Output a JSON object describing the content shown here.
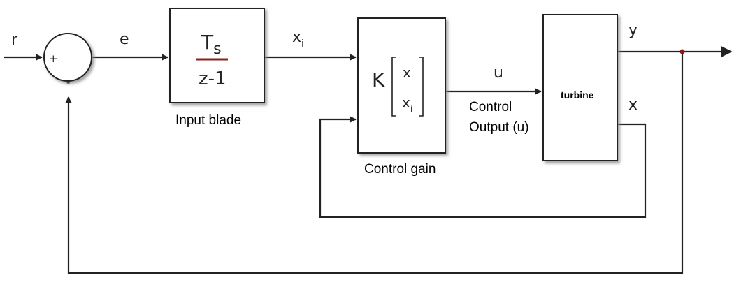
{
  "signals": {
    "r": "r",
    "e": "e",
    "xi_main": "x",
    "xi_sub": "i",
    "u": "u",
    "y": "y",
    "x": "x"
  },
  "sum_junction": {
    "plus": "+",
    "minus": "-"
  },
  "integrator": {
    "numerator_main": "T",
    "numerator_sub": "s",
    "denominator": "z-1",
    "caption": "Input blade",
    "fraction_bar_color": "#8b2020"
  },
  "gain": {
    "symbol": "K",
    "row1": "x",
    "row2_main": "x",
    "row2_sub": "i",
    "caption": "Control gain"
  },
  "output_caption": {
    "line1": "Control",
    "line2": "Output (u)"
  },
  "plant": {
    "label": "turbine"
  },
  "colors": {
    "line": "#222222",
    "block_shadow": "#8a8a8a"
  }
}
